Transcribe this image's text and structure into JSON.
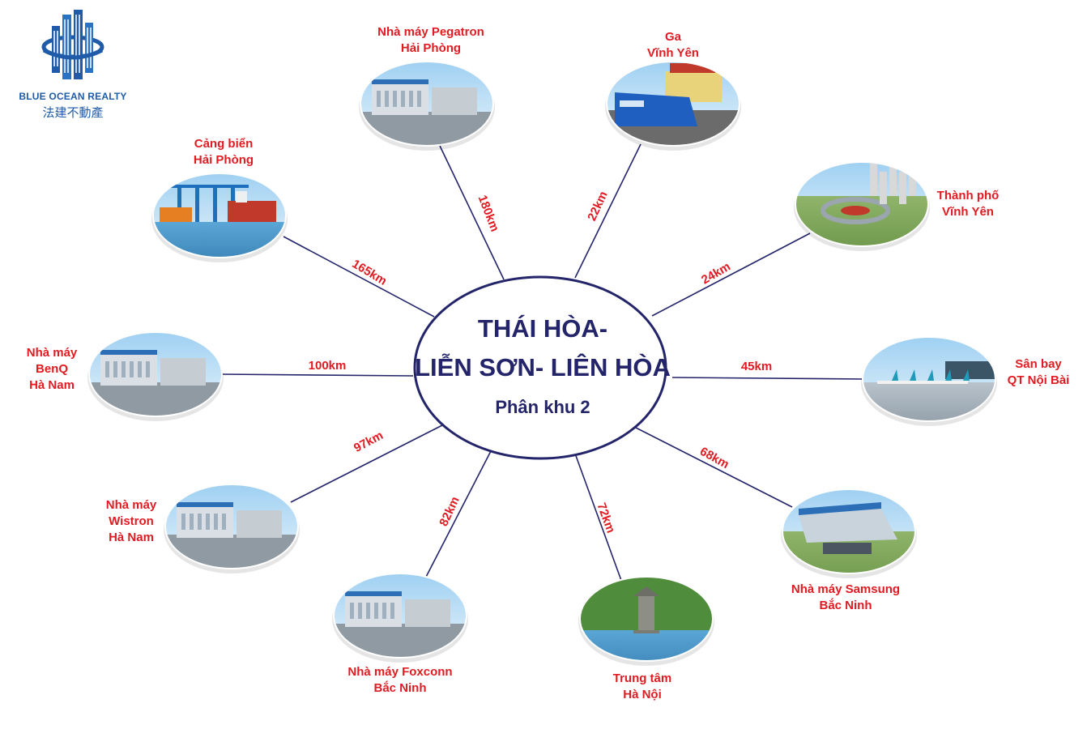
{
  "brand": {
    "name": "BLUE OCEAN REALTY",
    "subtitle_cjk": "法建不動產",
    "logo_icon": "city-buildings-globe-icon",
    "color": "#1f5ba8"
  },
  "center": {
    "line1": "THÁI HÒA-",
    "line2": "LIỄN SƠN- LIÊN HÒA",
    "line3": "Phân khu 2",
    "color": "#23246a"
  },
  "colors": {
    "label": "#e11b22",
    "connector": "#23246a"
  },
  "destinations": [
    {
      "id": "pegatron",
      "name_lines": [
        "Nhà máy Pegatron",
        "Hải Phòng"
      ],
      "distance": "180km",
      "icon": "factory-building-icon"
    },
    {
      "id": "ga-vinh-yen",
      "name_lines": [
        "Ga",
        "Vĩnh Yên"
      ],
      "distance": "22km",
      "icon": "train-station-icon"
    },
    {
      "id": "tp-vinh-yen",
      "name_lines": [
        "Thành phố",
        "Vĩnh Yên"
      ],
      "distance": "24km",
      "icon": "city-roundabout-icon"
    },
    {
      "id": "noi-bai",
      "name_lines": [
        "Sân bay",
        "QT Nội Bài"
      ],
      "distance": "45km",
      "icon": "airport-planes-icon"
    },
    {
      "id": "samsung",
      "name_lines": [
        "Nhà máy Samsung",
        "Bắc Ninh"
      ],
      "distance": "68km",
      "icon": "factory-complex-icon"
    },
    {
      "id": "ha-noi",
      "name_lines": [
        "Trung tâm",
        "Hà Nội"
      ],
      "distance": "72km",
      "icon": "turtle-tower-icon"
    },
    {
      "id": "foxconn",
      "name_lines": [
        "Nhà máy Foxconn",
        "Bắc Ninh"
      ],
      "distance": "82km",
      "icon": "factory-building-icon"
    },
    {
      "id": "wistron",
      "name_lines": [
        "Nhà máy",
        "Wistron",
        "Hà Nam"
      ],
      "distance": "97km",
      "icon": "factory-building-icon"
    },
    {
      "id": "benq",
      "name_lines": [
        "Nhà máy",
        "BenQ",
        "Hà Nam"
      ],
      "distance": "100km",
      "icon": "factory-building-icon"
    },
    {
      "id": "cang-hai-phong",
      "name_lines": [
        "Cảng biển",
        "Hải Phòng"
      ],
      "distance": "165km",
      "icon": "seaport-cranes-icon"
    }
  ]
}
